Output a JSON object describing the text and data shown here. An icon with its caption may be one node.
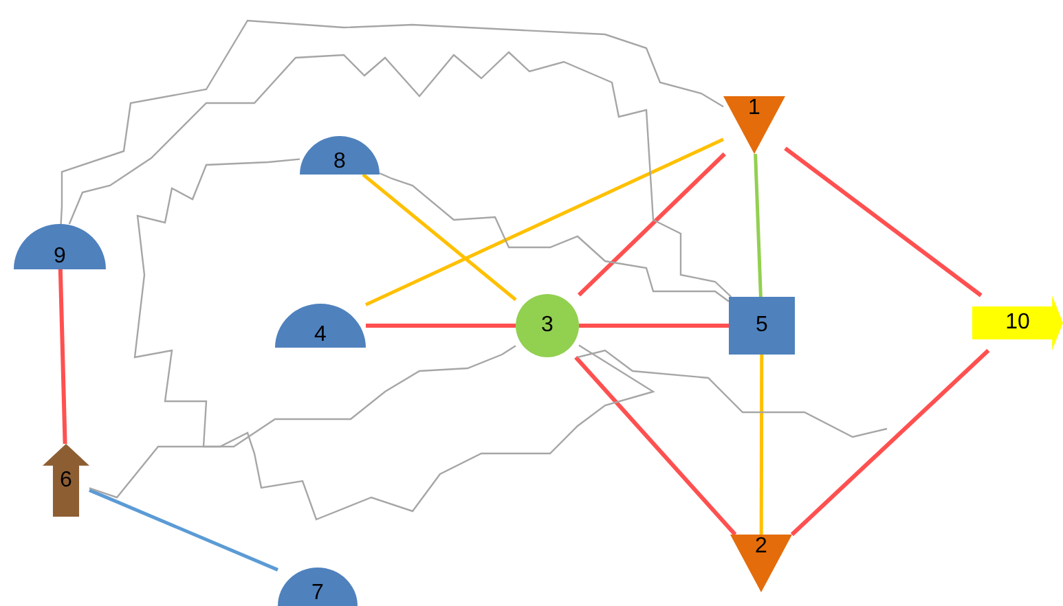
{
  "diagram": {
    "nodes": [
      {
        "text": [
          "1"
        ]
      },
      {
        "text": [
          "2"
        ]
      },
      {
        "text": [
          "3"
        ]
      },
      {
        "text": [
          "4"
        ]
      },
      {
        "text": [
          "5"
        ]
      },
      {
        "text": [
          "6"
        ]
      },
      {
        "text": [
          "7"
        ]
      },
      {
        "text": [
          "8"
        ]
      },
      {
        "text": [
          "9"
        ]
      },
      {
        "text": [
          "10"
        ]
      }
    ],
    "edges": [
      {
        "from": 8,
        "to": 5,
        "arrow": "none"
      },
      {
        "from": 5,
        "to": 6,
        "arrow": "none",
        "color": "#5b9bd5"
      },
      {
        "from": 3,
        "to": 2,
        "arrow": "none"
      },
      {
        "from": 3,
        "to": 0,
        "arrow": "none",
        "color": "#ffc000"
      },
      {
        "from": 7,
        "to": 2,
        "arrow": "none",
        "color": "#ffc000"
      },
      {
        "from": 2,
        "to": 0,
        "arrow": "none"
      },
      {
        "from": 2,
        "to": 4,
        "arrow": "none"
      },
      {
        "from": 2,
        "to": 1,
        "arrow": "none"
      },
      {
        "from": 0,
        "to": 4,
        "arrow": "none",
        "color": "#92d050"
      },
      {
        "from": 0,
        "to": 9,
        "arrow": "none"
      },
      {
        "from": 1,
        "to": 9,
        "arrow": "none"
      },
      {
        "from": 4,
        "to": 1,
        "arrow": "none",
        "color": "#ffc000"
      },
      {
        "from": 8,
        "to": 0,
        "arrow": "none",
        "color": "#a6a6a6"
      },
      {
        "from": 8,
        "to": 4,
        "arrow": "none",
        "color": "#a6a6a6"
      },
      {
        "from": 7,
        "to": 2,
        "arrow": "none",
        "color": "#a6a6a6"
      },
      {
        "from": 7,
        "to": 4,
        "arrow": "none",
        "color": "#a6a6a6"
      },
      {
        "from": 5,
        "to": 2,
        "arrow": "none",
        "color": "#a6a6a6"
      },
      {
        "from": 2,
        "to": null,
        "arrow": "none",
        "color": "#a6a6a6"
      }
    ]
  }
}
